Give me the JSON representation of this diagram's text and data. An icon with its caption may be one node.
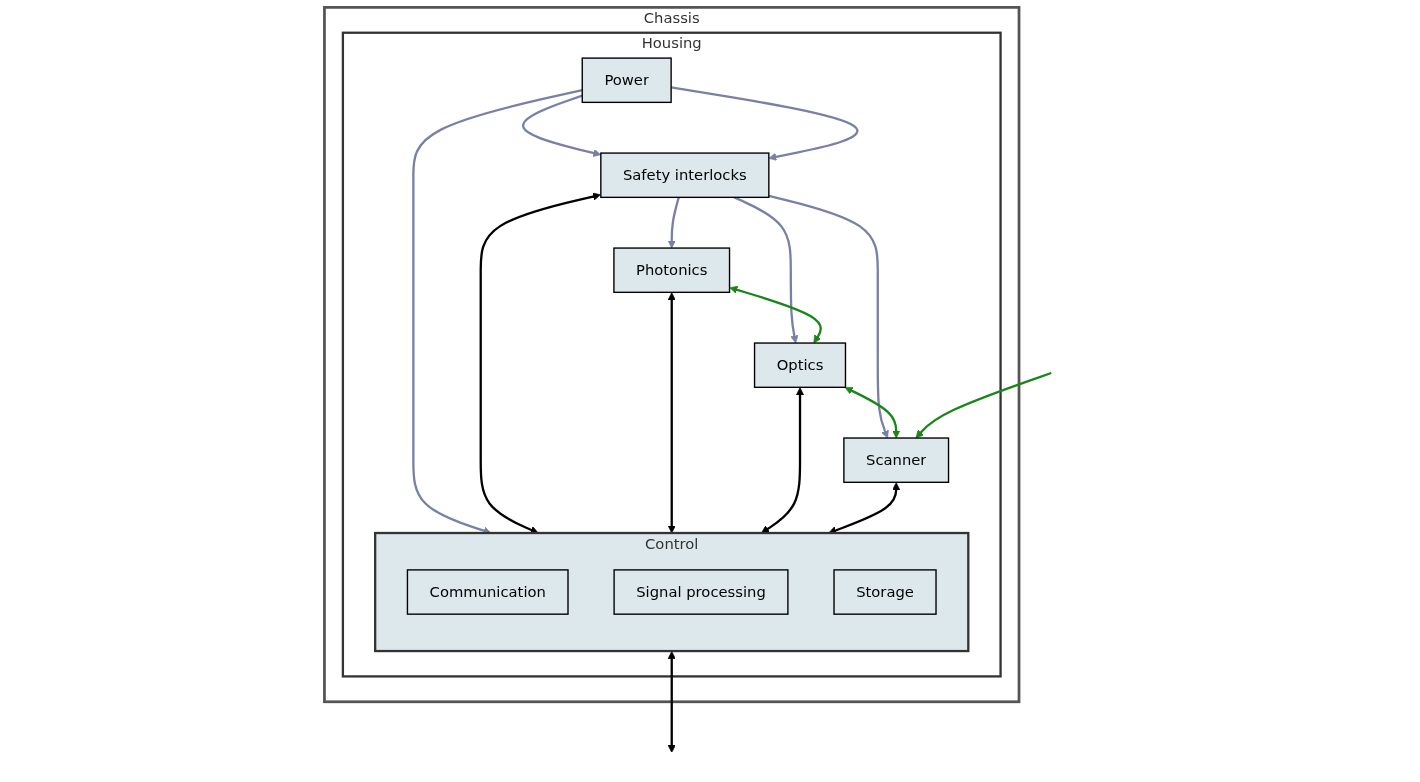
{
  "diagram": {
    "nodes": [
      {
        "text": [
          "Chassis"
        ]
      },
      {
        "text": [
          "Housing"
        ],
        "in": 0
      },
      {
        "text": [
          "Power"
        ],
        "in": 1
      },
      {
        "text": [
          "Safety interlocks"
        ],
        "in": 1
      },
      {
        "text": [
          "Photonics"
        ],
        "in": 1
      },
      {
        "text": [
          "Optics"
        ],
        "in": 1
      },
      {
        "text": [
          "Scanner"
        ],
        "in": 1
      },
      {
        "text": [
          "Control"
        ],
        "in": 1
      },
      {
        "text": [
          "Communication"
        ],
        "in": 7
      },
      {
        "text": [
          "Signal processing"
        ],
        "in": 7
      },
      {
        "text": [
          "Storage"
        ],
        "in": 7
      }
    ],
    "edges": [
      {
        "from": 2,
        "to": 3,
        "arrow": "to"
      },
      {
        "from": 2,
        "to": 3,
        "arrow": "to"
      },
      {
        "from": 2,
        "to": 7,
        "arrow": "to"
      },
      {
        "from": 3,
        "to": 4,
        "arrow": "to"
      },
      {
        "from": 3,
        "to": 5,
        "arrow": "to"
      },
      {
        "from": 3,
        "to": 6,
        "arrow": "to"
      },
      {
        "from": 3,
        "to": 7,
        "arrow": "both",
        "color": "#000000"
      },
      {
        "from": 4,
        "to": 5,
        "arrow": "both",
        "color": "#1a861a"
      },
      {
        "from": 5,
        "to": 6,
        "arrow": "both",
        "color": "#1a861a"
      },
      {
        "from": null,
        "to": 6,
        "arrow": "to",
        "color": "#1a861a"
      },
      {
        "from": 4,
        "to": 7,
        "arrow": "both",
        "color": "#000000"
      },
      {
        "from": 5,
        "to": 7,
        "arrow": "both",
        "color": "#000000"
      },
      {
        "from": 6,
        "to": 7,
        "arrow": "both",
        "color": "#000000"
      },
      {
        "from": 7,
        "to": null,
        "arrow": "both",
        "color": "#000000"
      }
    ]
  }
}
